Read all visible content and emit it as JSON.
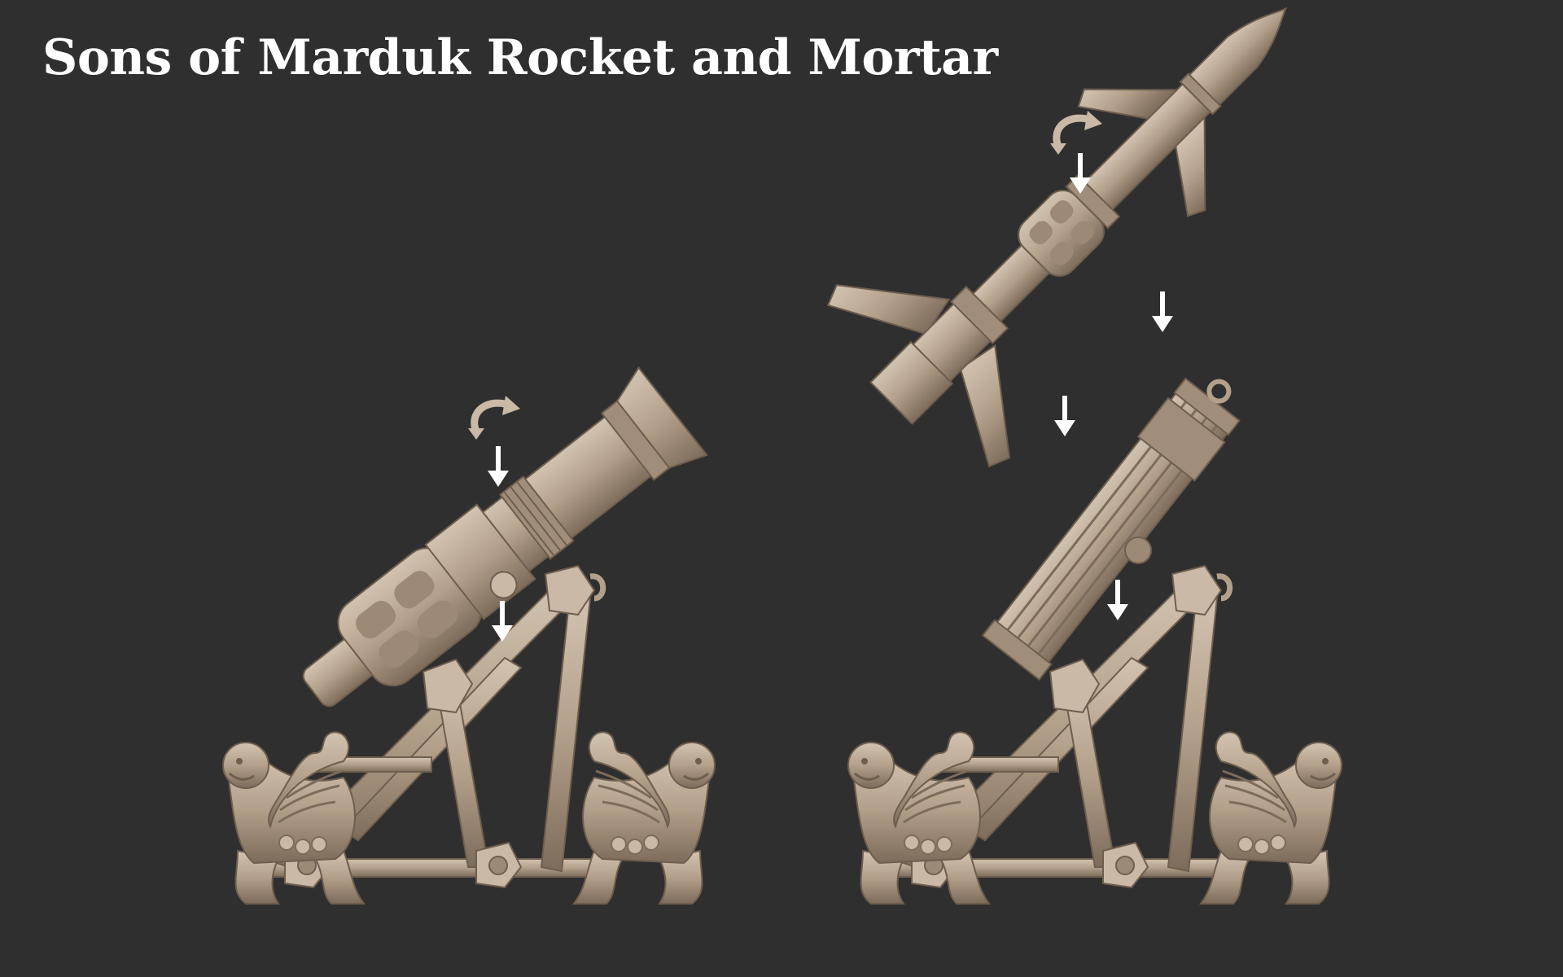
{
  "title": "Sons of Marduk Rocket and Mortar",
  "colors": {
    "background": "#2f2f2f",
    "model": "#b3a08a",
    "model_shadow": "#7d6c5b",
    "model_highlight": "#d2c3b1",
    "arrow": "#ffffff",
    "title_text": "#ffffff"
  },
  "assemblies": [
    {
      "name": "mortar",
      "parts": [
        "mortar-barrel",
        "mortar-mount",
        "mortar-frame",
        "winged-lion-left",
        "winged-lion-right"
      ],
      "arrows": [
        "rotate-arrow-icon",
        "down-arrow-icon",
        "down-arrow-icon"
      ]
    },
    {
      "name": "rocket",
      "parts": [
        "rocket-nose",
        "rocket-body",
        "rocket-fins",
        "launch-rail",
        "rocket-frame",
        "winged-lion-left",
        "winged-lion-right"
      ],
      "arrows": [
        "rotate-arrow-icon",
        "down-arrow-icon",
        "down-arrow-icon",
        "down-arrow-icon",
        "down-arrow-icon"
      ]
    }
  ]
}
